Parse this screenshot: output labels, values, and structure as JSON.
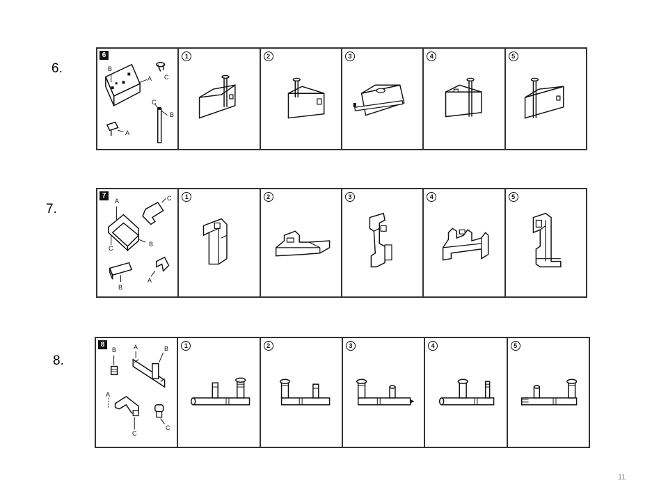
{
  "questions": [
    {
      "label": "6.",
      "number": "6",
      "parts": [
        "A",
        "B",
        "C"
      ],
      "options": [
        "1",
        "2",
        "3",
        "4",
        "5"
      ]
    },
    {
      "label": "7.",
      "number": "7",
      "parts": [
        "A",
        "B",
        "C"
      ],
      "options": [
        "1",
        "2",
        "3",
        "4",
        "5"
      ]
    },
    {
      "label": "8.",
      "number": "8",
      "parts": [
        "A",
        "B",
        "C"
      ],
      "options": [
        "1",
        "2",
        "3",
        "4",
        "5"
      ]
    }
  ],
  "page_number": "11"
}
